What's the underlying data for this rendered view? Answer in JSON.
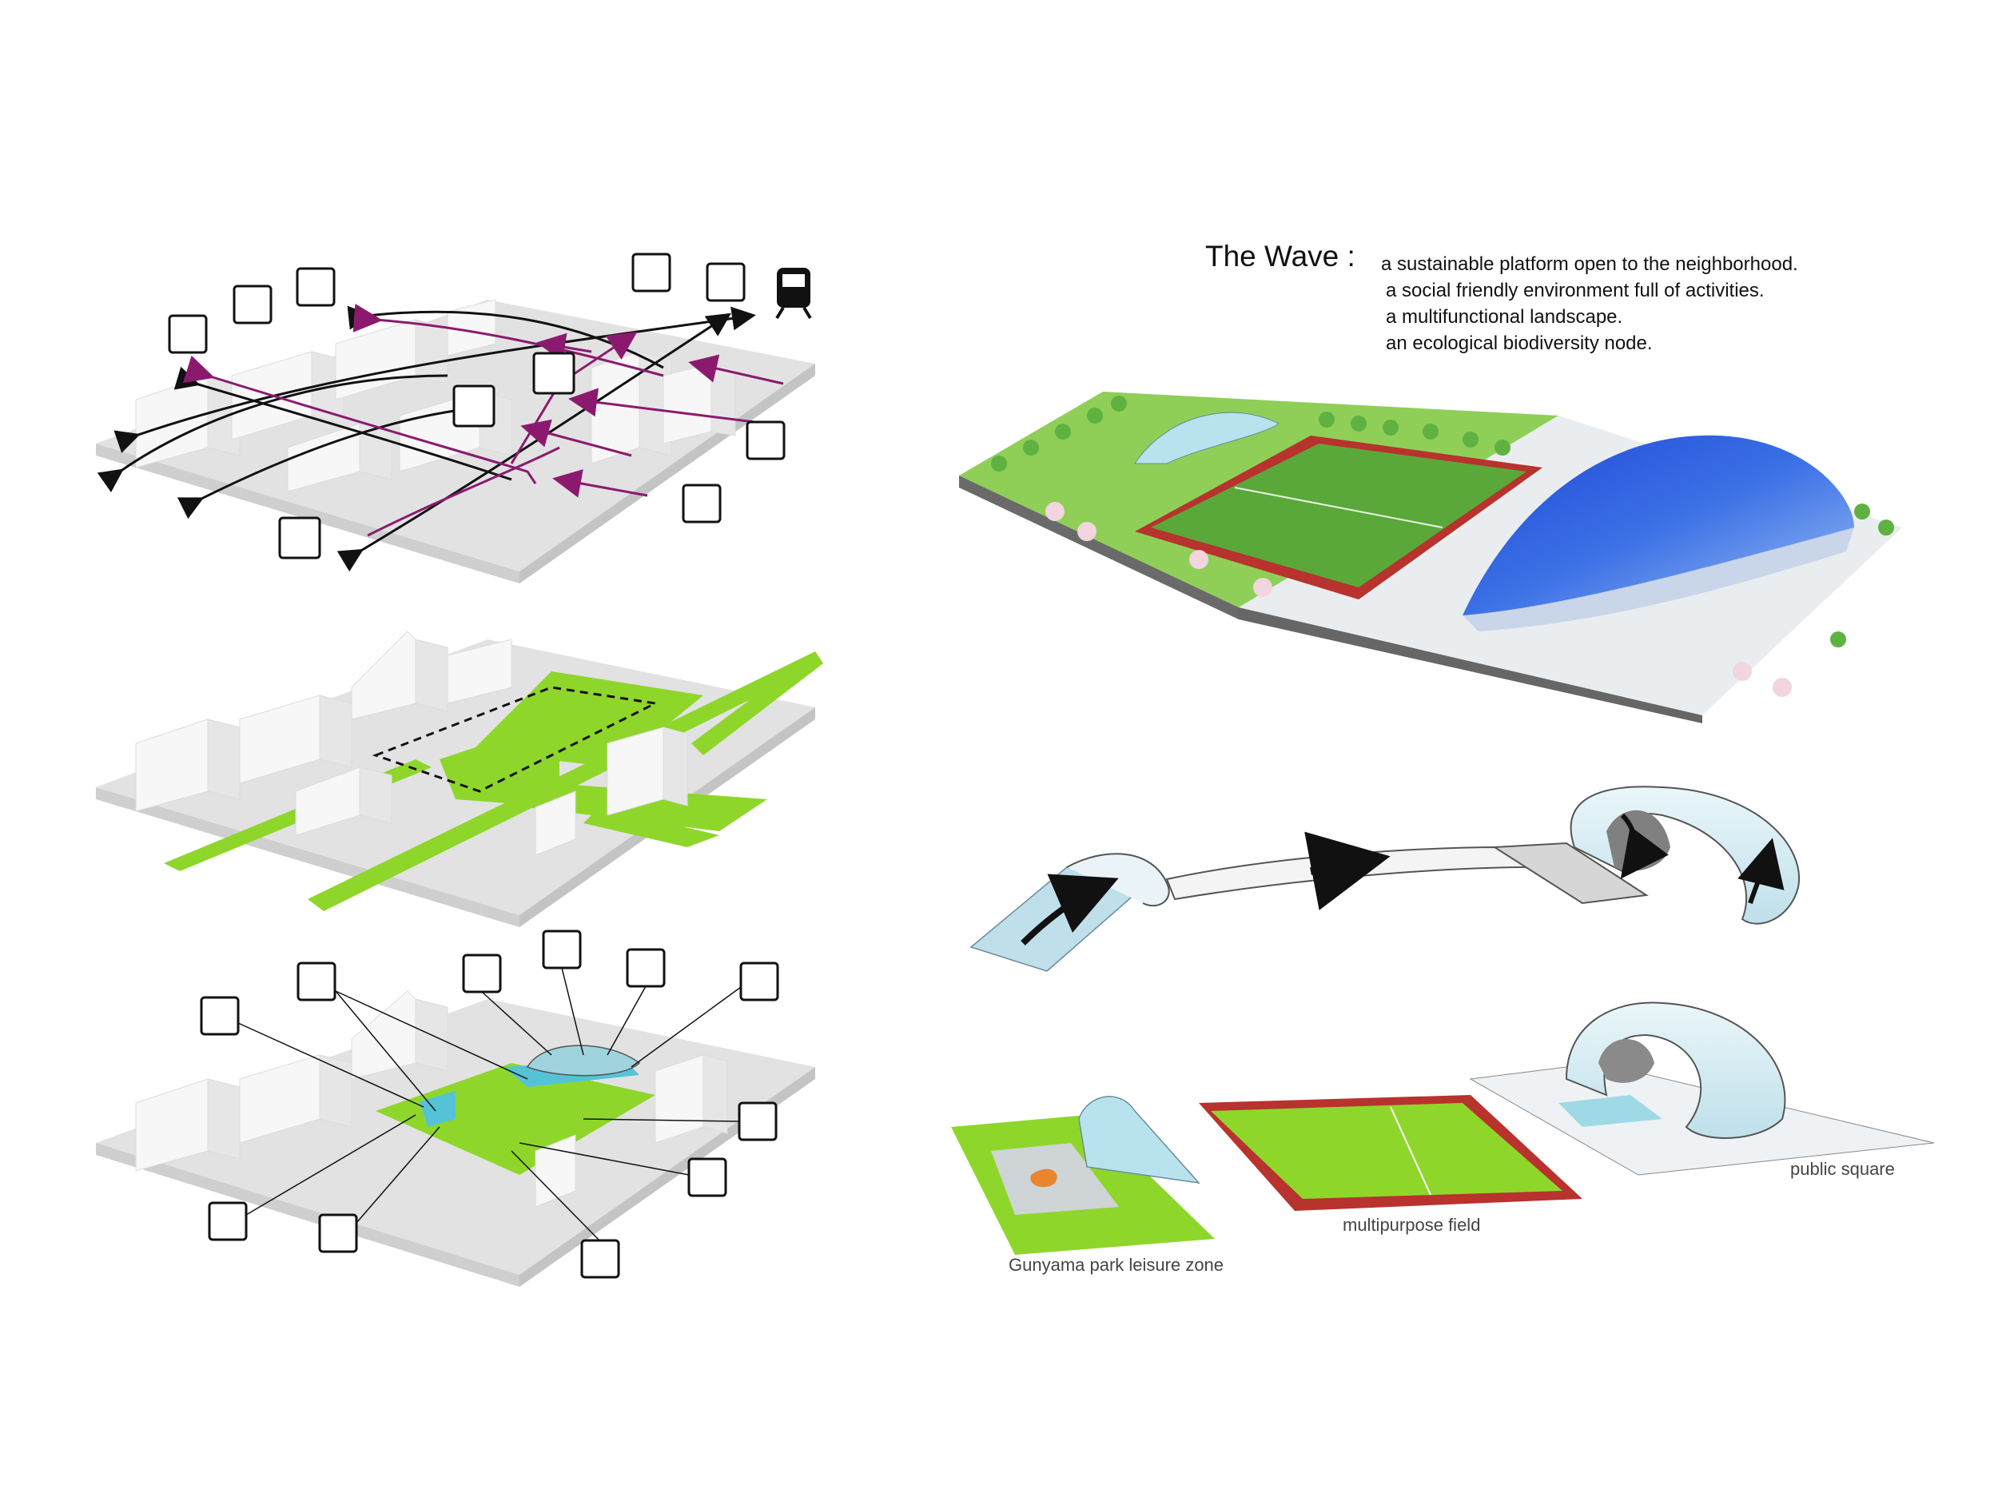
{
  "title": {
    "heading": "The Wave :",
    "lines": [
      "a sustainable platform open to the neighborhood.",
      "a social friendly environment full of activities.",
      "a multifunctional landscape.",
      "an ecological biodiversity node."
    ]
  },
  "labels": {
    "public_square": "public square",
    "multipurpose_field": "multipurpose field",
    "leisure_zone": "Gunyama park leisure zone"
  },
  "colors": {
    "green": "#8fd62b",
    "magenta": "#8b1a6f",
    "pool_blue": "#55c3d6",
    "wave_blue": "#2f5fd8",
    "red_track": "#b8322e"
  },
  "icons": {
    "movement_diagram": [
      "office-building-icon",
      "pedestrians-icon",
      "shopping-cart-icon",
      "pedestrians-icon",
      "station-sign-icon",
      "train-icon",
      "swimming-icon",
      "trees-icon",
      "pedestrians-icon",
      "office-building-icon",
      "pedestrians-icon"
    ],
    "program_diagram": [
      "cafe-icon",
      "playground-seesaw-icon",
      "wifi-icon",
      "cafe-icon",
      "swimming-icon",
      "olympic-rings-icon",
      "soccer-icon",
      "trees-icon",
      "bbq-icon",
      "fitness-icon",
      "climbing-icon"
    ]
  }
}
